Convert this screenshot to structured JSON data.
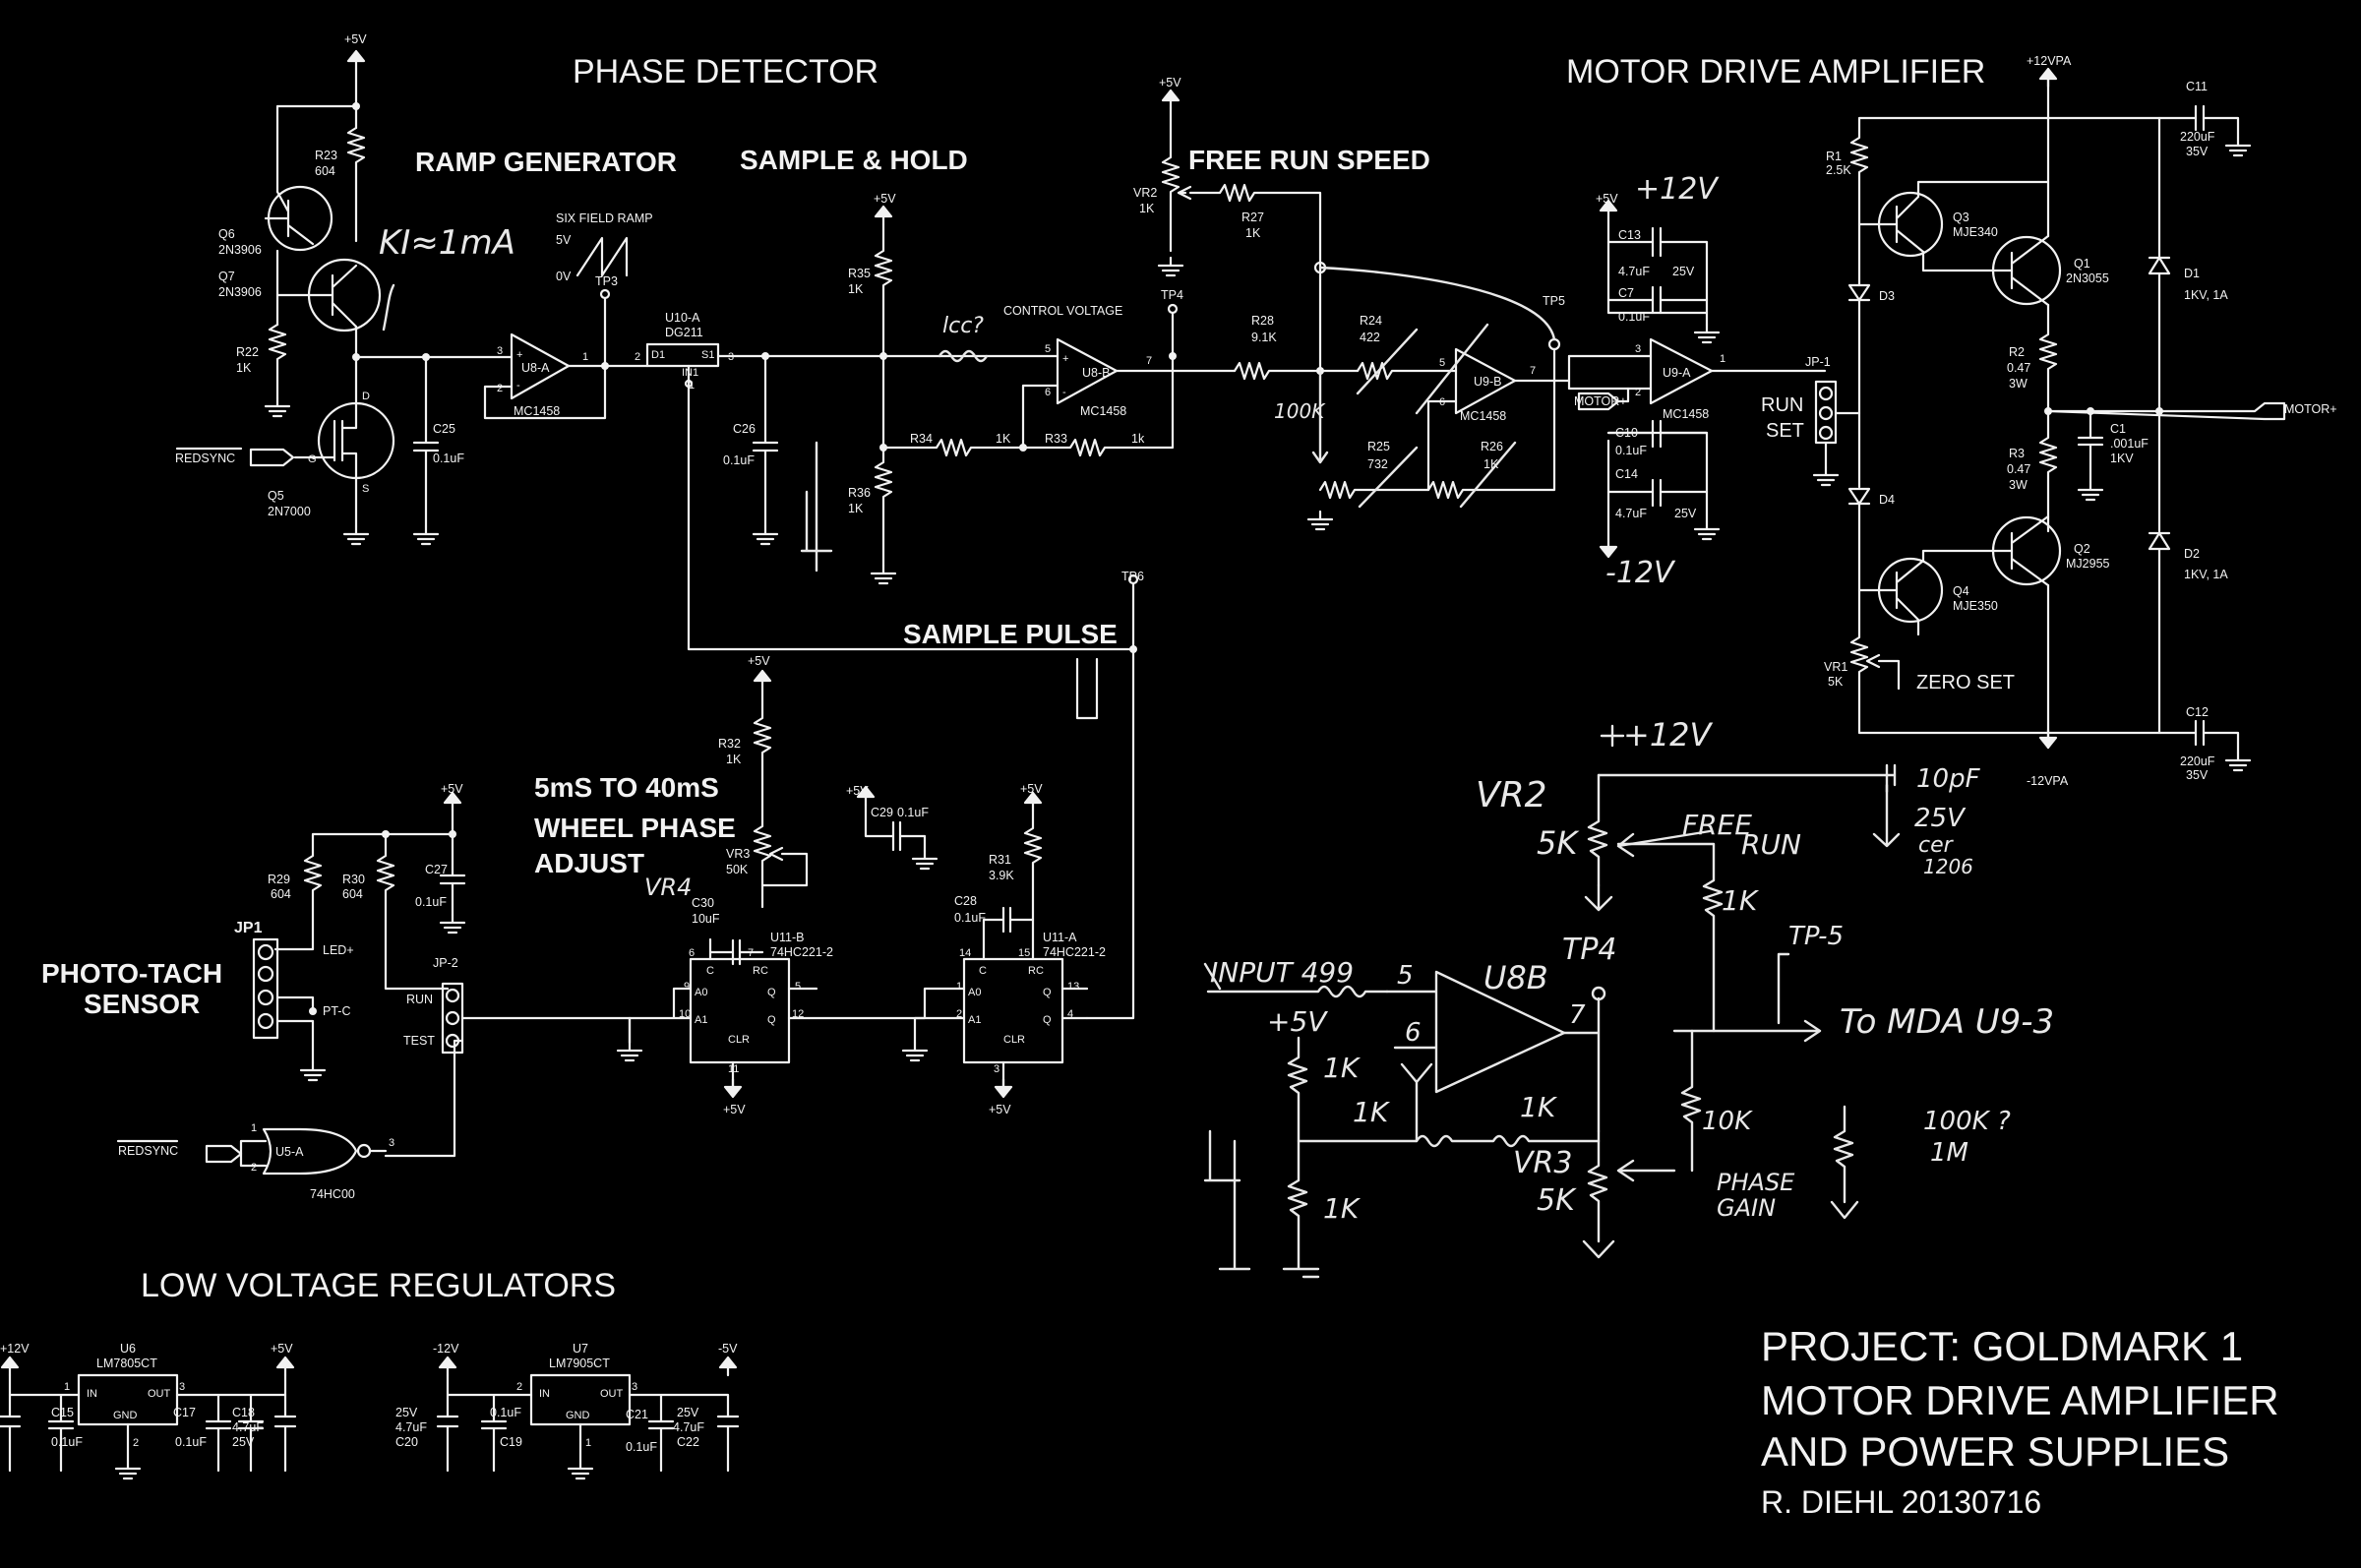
{
  "sections": {
    "phase_detector": "PHASE DETECTOR",
    "ramp_generator": "RAMP GENERATOR",
    "sample_hold": "SAMPLE & HOLD",
    "free_run_speed": "FREE RUN SPEED",
    "motor_drive_amplifier": "MOTOR DRIVE AMPLIFIER",
    "sample_pulse": "SAMPLE PULSE",
    "wheel_phase_1": "5mS TO 40mS",
    "wheel_phase_2": "WHEEL PHASE",
    "wheel_phase_3": "ADJUST",
    "photo_tach_1": "PHOTO-TACH",
    "photo_tach_2": "SENSOR",
    "low_voltage_regulators": "LOW VOLTAGE REGULATORS",
    "run_set_1": "RUN",
    "run_set_2": "SET",
    "zero_set": "ZERO SET"
  },
  "title_block": {
    "line1": "PROJECT: GOLDMARK 1",
    "line2": "MOTOR DRIVE AMPLIFIER",
    "line3": "AND POWER SUPPLIES",
    "author": "R. DIEHL 20130716"
  },
  "rails": {
    "p5v": "+5V",
    "p12vpa": "+12VPA",
    "n12vpa": "-12VPA",
    "p12v": "+12V",
    "n12v": "-12V",
    "n5v": "-5V",
    "motor_plus": "MOTOR+",
    "redsync": "REDSYNC"
  },
  "labels": {
    "six_field_ramp": "SIX FIELD RAMP",
    "ramp_5v": "5V",
    "ramp_0v": "0V",
    "tp3": "TP3",
    "tp4": "TP4",
    "tp5": "TP5",
    "tp6": "TP6",
    "control_voltage": "CONTROL VOLTAGE",
    "r23": "R23",
    "r23v": "604",
    "q6": "Q6",
    "q6v": "2N3906",
    "q7": "Q7",
    "q7v": "2N3906",
    "r22": "R22",
    "r22v": "1K",
    "q5": "Q5",
    "q5v": "2N7000",
    "c25": "C25",
    "c25v": "0.1uF",
    "u8a": "U8-A",
    "mc1458": "MC1458",
    "u10a": "U10-A",
    "dg211": "DG211",
    "c26": "C26",
    "c26v": "0.1uF",
    "r35": "R35",
    "r35v": "1K",
    "r36": "R36",
    "r36v": "1K",
    "r34": "R34",
    "r34v": "1K",
    "r33": "R33",
    "r33v": "1k",
    "u8b": "U8-B",
    "vr2": "VR2",
    "vr2v": "1K",
    "r27": "R27",
    "r27v": "1K",
    "r28": "R28",
    "r28v": "9.1K",
    "r24": "R24",
    "r24v": "422",
    "r25": "R25",
    "r25v": "732",
    "r26": "R26",
    "r26v": "1K",
    "u9b": "U9-B",
    "c13": "C13",
    "c13v": "4.7uF",
    "c13vv": "25V",
    "c7": "C7",
    "c7v": "0.1uF",
    "c10": "C10",
    "c10v": "0.1uF",
    "c14": "C14",
    "c14v": "4.7uF",
    "c14vv": "25V",
    "u9a": "U9-A",
    "jp1_mda": "JP-1",
    "r1": "R1",
    "r1v": "2.5K",
    "q3": "Q3",
    "q3v": "MJE340",
    "q1": "Q1",
    "q1v": "2N3055",
    "d3": "D3",
    "d4": "D4",
    "d1": "D1",
    "d1v": "1KV, 1A",
    "d2": "D2",
    "d2v": "1KV, 1A",
    "r2": "R2",
    "r2v": "0.47",
    "r2w": "3W",
    "r3": "R3",
    "r3v": "0.47",
    "r3w": "3W",
    "c1": "C1",
    "c1v": ".001uF",
    "c1vv": "1KV",
    "q4": "Q4",
    "q4v": "MJE350",
    "q2": "Q2",
    "q2v": "MJ2955",
    "vr1": "VR1",
    "vr1v": "5K",
    "c11": "C11",
    "c11v": "220uF",
    "c11vv": "35V",
    "c12": "C12",
    "c12v": "220uF",
    "c12vv": "35V",
    "r32": "R32",
    "r32v": "1K",
    "vr3": "VR3",
    "vr3v": "50K",
    "c30": "C30",
    "c30v": "10uF",
    "u11b": "U11-B",
    "hc221": "74HC221-2",
    "c29": "C29",
    "c29v": "0.1uF",
    "r31": "R31",
    "r31v": "3.9K",
    "c28": "C28",
    "c28v": "0.1uF",
    "u11a": "U11-A",
    "r29": "R29",
    "r29v": "604",
    "r30": "R30",
    "r30v": "604",
    "c27": "C27",
    "c27v": "0.1uF",
    "jp1": "JP1",
    "jp2": "JP-2",
    "led_plus": "LED+",
    "pt_c": "PT-C",
    "run": "RUN",
    "test": "TEST",
    "u5a": "U5-A",
    "hc00": "74HC00",
    "u6": "U6",
    "lm7805": "LM7805CT",
    "u7": "U7",
    "lm7905": "LM7905CT",
    "in": "IN",
    "out": "OUT",
    "gnd": "GND",
    "c15": "C15",
    "c15v": "0.1uF",
    "c17": "C17",
    "c17v": "0.1uF",
    "c18": "C18",
    "c18v": "4.7uF",
    "c18vv": "25V",
    "c20": "C20",
    "c20v": "4.7uF",
    "c20vv": "25V",
    "c19": "C19",
    "c19v": "0.1uF",
    "c21": "C21",
    "c21v": "0.1uF",
    "c22": "C22",
    "c22v": "4.7uF",
    "c22vv": "25V",
    "pin_d": "D",
    "pin_s": "S",
    "pin_g": "G",
    "pin_d1": "D1",
    "pin_s1": "S1",
    "pin_in1": "IN1",
    "pin_a0": "A0",
    "pin_a1": "A1",
    "pin_c": "C",
    "pin_rc": "RC",
    "pin_q": "Q",
    "pin_qbar": "Q",
    "pin_clr": "CLR"
  },
  "handwritten": {
    "ki": "KI≈1mA",
    "p12v_a": "+12V",
    "n12v_a": "-12V",
    "lcc": "lcc?",
    "r100k": "100K",
    "vr2": "VR2",
    "r5k": "5K",
    "free_run": "FREE",
    "free_run_2": "RUN",
    "r1k_a": "1K",
    "p12v_b": "+12V",
    "cap_10pf": "10pF",
    "cap_25v": "25V",
    "cap_cer": "cer",
    "cap_1206": "1206",
    "tp5": "TP-5",
    "to_mda": "To MDA U9-3",
    "input": "INPUT 499",
    "p5": "5",
    "u8b": "U8B",
    "tp4": "TP4",
    "p7": "7",
    "p6": "6",
    "p5v": "+5V",
    "r1k_b": "1K",
    "r1k_c": "1K",
    "r1k_d": "1K",
    "r1k_e": "1K",
    "r10k": "10K",
    "r100k_b": "100K ?",
    "r1m": "1M",
    "vr3": "VR3",
    "r5k_b": "5K",
    "phase": "PHASE",
    "gain": "GAIN",
    "vr4": "VR4"
  }
}
